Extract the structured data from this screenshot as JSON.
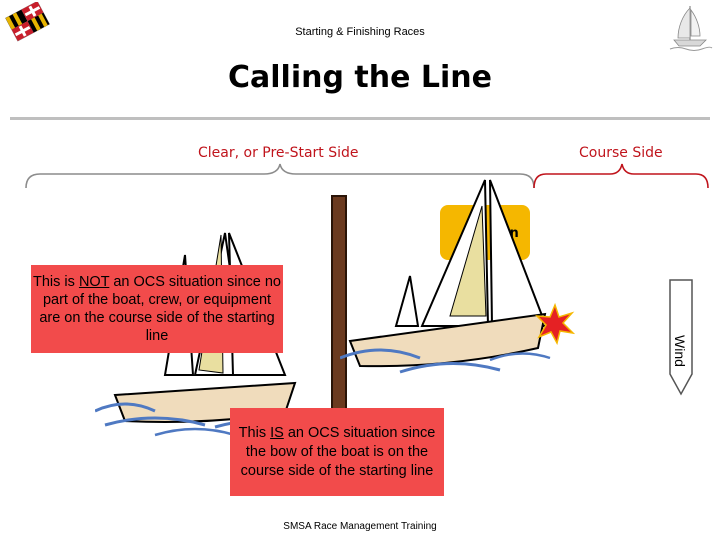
{
  "header": {
    "title": "Starting & Finishing Races"
  },
  "slide": {
    "title": "Calling the Line"
  },
  "sides": {
    "clear": "Clear, or Pre-Start Side",
    "course": "Course Side"
  },
  "callout_partial": "in",
  "notes": {
    "not_ocs": {
      "pre": "This is ",
      "emph": "NOT",
      "post": " an OCS situation since no part of the boat, crew, or equipment are on the course side of the starting line"
    },
    "is_ocs": {
      "pre": "This ",
      "emph": "IS",
      "post": " an OCS situation since the bow of the boat is on the course side of the starting line"
    }
  },
  "wind": {
    "label": "Wind"
  },
  "footer": {
    "text": "SMSA Race Management Training"
  },
  "colors": {
    "accent": "#c0141c",
    "note_fill": "#f24b4b",
    "post": "#6b3a1f",
    "sail_yellow": "#e9dfa0",
    "hull": "#f0dcbc",
    "water": "#4f79c2"
  }
}
